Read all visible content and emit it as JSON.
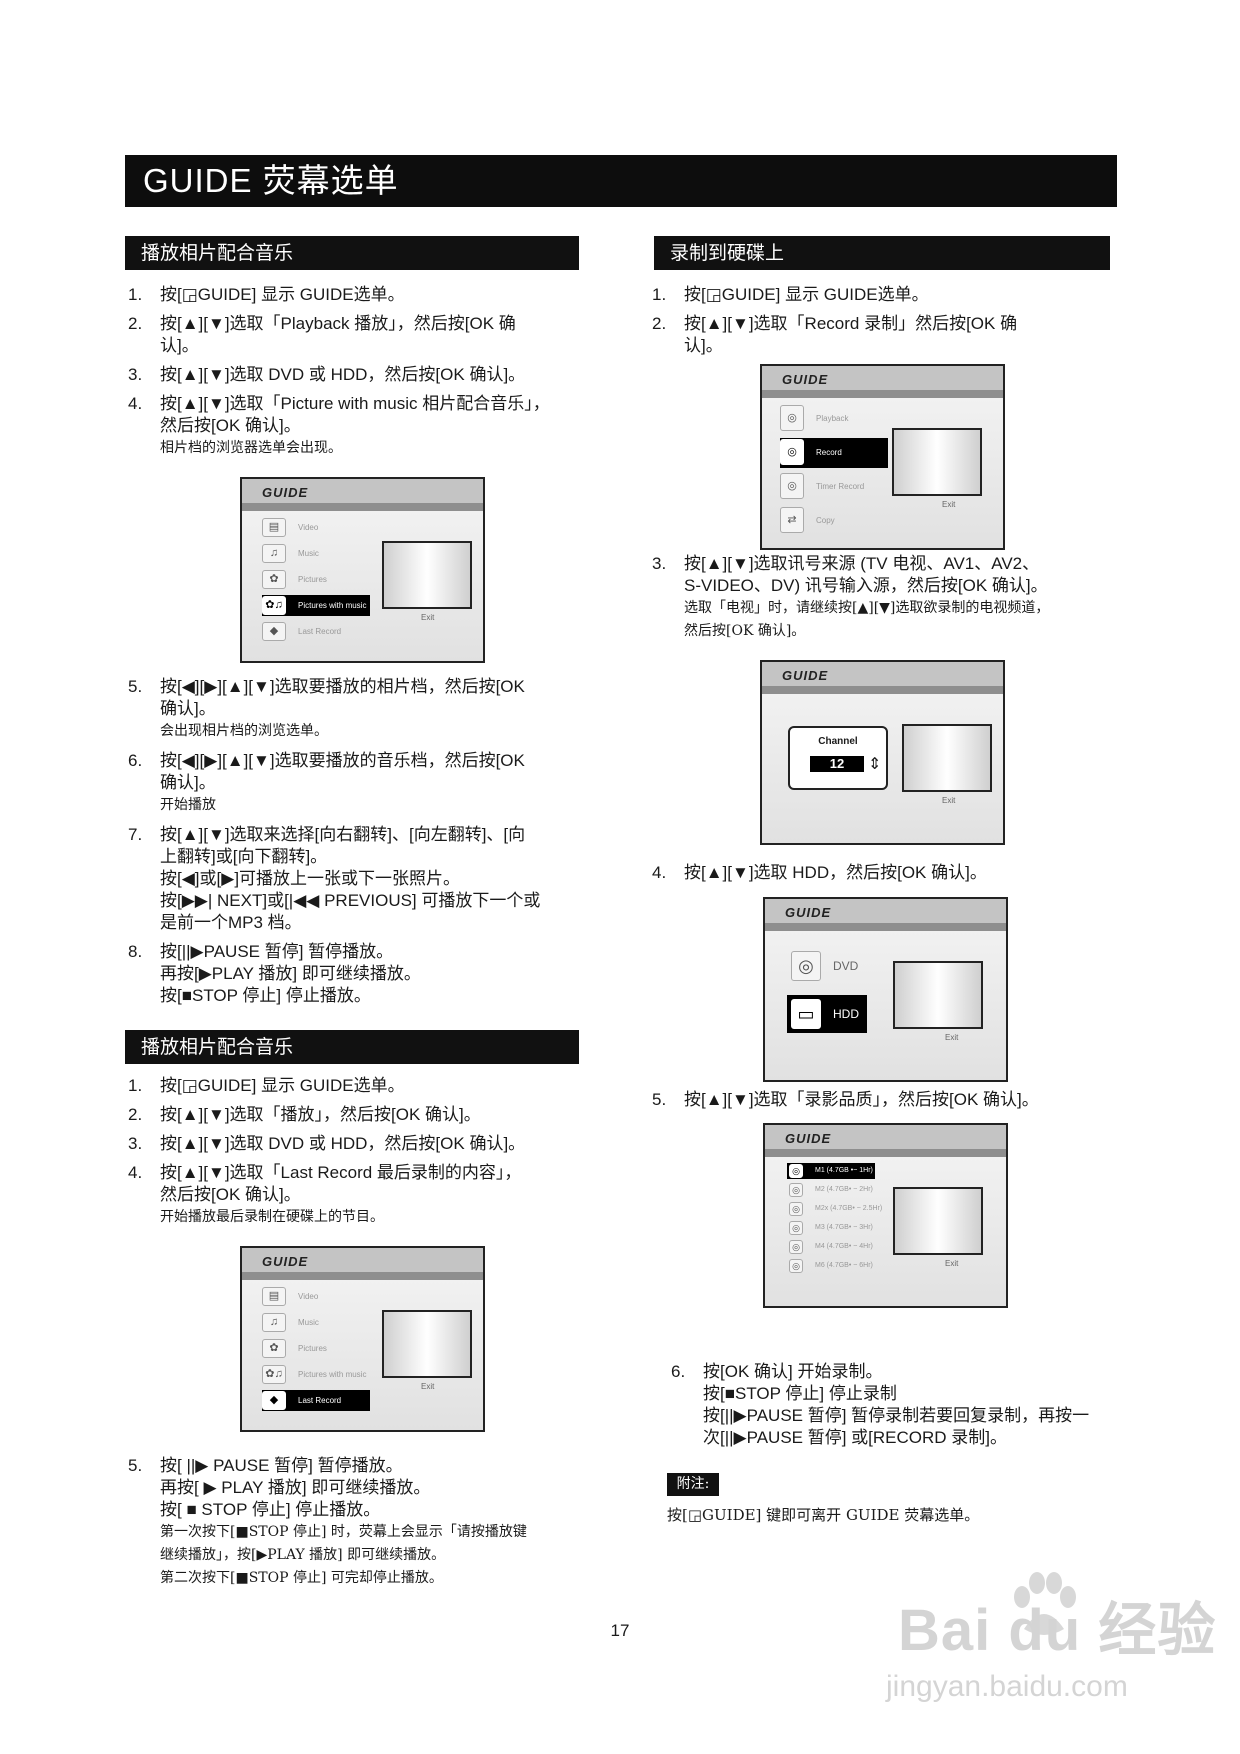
{
  "title": "GUIDE 荧幕选单",
  "left1": {
    "heading": "播放相片配合音乐",
    "steps": [
      {
        "num": "1.",
        "lines": [
          "按[◲GUIDE] 显示 GUIDE选单。"
        ]
      },
      {
        "num": "2.",
        "lines": [
          "按[▲][▼]选取「Playback 播放」，然后按[OK 确",
          "认]。"
        ]
      },
      {
        "num": "3.",
        "lines": [
          "按[▲][▼]选取 DVD 或 HDD，然后按[OK 确认]。"
        ]
      },
      {
        "num": "4.",
        "lines": [
          "按[▲][▼]选取「Picture with music 相片配合音乐」，",
          "然后按[OK 确认]。"
        ],
        "small": [
          "相片档的浏览器选单会出现。"
        ]
      }
    ],
    "steps_b": [
      {
        "num": "5.",
        "lines": [
          "按[◀][▶][▲][▼]选取要播放的相片档，然后按[OK",
          "确认]。"
        ],
        "small": [
          "会出现相片档的浏览选单。"
        ]
      },
      {
        "num": "6.",
        "lines": [
          "按[◀][▶][▲][▼]选取要播放的音乐档，然后按[OK",
          "确认]。"
        ],
        "small": [
          "开始播放"
        ]
      },
      {
        "num": "7.",
        "lines": [
          "按[▲][▼]选取来选择[向右翻转]、[向左翻转]、[向",
          "上翻转]或[向下翻转]。",
          "按[◀]或[▶]可播放上一张或下一张照片。",
          "按[▶▶| NEXT]或[|◀◀ PREVIOUS] 可播放下一个或",
          "是前一个MP3 档。"
        ]
      },
      {
        "num": "8.",
        "lines": [
          "按[||▶PAUSE 暂停] 暂停播放。",
          "再按[▶PLAY 播放] 即可继续播放。",
          "按[■STOP 停止] 停止播放。"
        ]
      }
    ]
  },
  "left2": {
    "heading": "播放相片配合音乐",
    "steps": [
      {
        "num": "1.",
        "lines": [
          "按[◲GUIDE] 显示 GUIDE选单。"
        ]
      },
      {
        "num": "2.",
        "lines": [
          "按[▲][▼]选取「播放」，然后按[OK 确认]。"
        ]
      },
      {
        "num": "3.",
        "lines": [
          "按[▲][▼]选取 DVD 或 HDD，然后按[OK 确认]。"
        ]
      },
      {
        "num": "4.",
        "lines": [
          "按[▲][▼]选取「Last Record 最后录制的内容」，",
          "然后按[OK 确认]。"
        ],
        "small": [
          "开始播放最后录制在硬碟上的节目。"
        ]
      }
    ],
    "steps_b": [
      {
        "num": "5.",
        "lines": [
          "按[ ||▶ PAUSE 暂停] 暂停播放。",
          "再按[ ▶ PLAY 播放] 即可继续播放。",
          "按[ ■ STOP 停止] 停止播放。"
        ],
        "small": [
          "第一次按下[■STOP 停止] 时，荧幕上会显示「请按播放键",
          "继续播放」，按[▶PLAY 播放] 即可继续播放。",
          "第二次按下[■STOP 停止] 可完却停止播放。"
        ]
      }
    ]
  },
  "right": {
    "heading": "录制到硬碟上",
    "steps": [
      {
        "num": "1.",
        "lines": [
          "按[◲GUIDE] 显示 GUIDE选单。"
        ]
      },
      {
        "num": "2.",
        "lines": [
          "按[▲][▼]选取「Record 录制」然后按[OK 确",
          "认]。"
        ]
      }
    ],
    "step3": {
      "num": "3.",
      "lines": [
        "按[▲][▼]选取讯号来源 (TV 电视、AV1、AV2、",
        "S-VIDEO、DV) 讯号输入源，然后按[OK 确认]。"
      ],
      "small": [
        "选取「电视」时，请继续按[▲][▼]选取欲录制的电视频道，",
        "然后按[OK 确认]。"
      ]
    },
    "step4": {
      "num": "4.",
      "lines": [
        "按[▲][▼]选取 HDD，然后按[OK 确认]。"
      ]
    },
    "step5": {
      "num": "5.",
      "lines": [
        "按[▲][▼]选取「录影品质」，然后按[OK 确认]。"
      ]
    },
    "step6": {
      "num": "6.",
      "lines": [
        "按[OK 确认] 开始录制。",
        "按[■STOP 停止] 停止录制",
        "按[||▶PAUSE 暂停] 暂停录制若要回复录制，再按一",
        "次[||▶PAUSE 暂停] 或[RECORD 录制]。"
      ]
    }
  },
  "screens": {
    "guide_label": "GUIDE",
    "exit": "Exit",
    "s1": {
      "items": [
        {
          "icon": "video-icon",
          "glyph": "▤",
          "label": "Video"
        },
        {
          "icon": "music-icon",
          "glyph": "♫",
          "label": "Music"
        },
        {
          "icon": "pictures-icon",
          "glyph": "✿",
          "label": "Pictures"
        },
        {
          "icon": "pictures-music-icon",
          "glyph": "✿♫",
          "label": "Pictures with music",
          "selected": true
        },
        {
          "icon": "last-record-icon",
          "glyph": "◆",
          "label": "Last Record"
        }
      ]
    },
    "s2": {
      "items": [
        {
          "icon": "video-icon",
          "glyph": "▤",
          "label": "Video"
        },
        {
          "icon": "music-icon",
          "glyph": "♫",
          "label": "Music"
        },
        {
          "icon": "pictures-icon",
          "glyph": "✿",
          "label": "Pictures"
        },
        {
          "icon": "pictures-music-icon",
          "glyph": "✿♫",
          "label": "Pictures with music"
        },
        {
          "icon": "last-record-icon",
          "glyph": "◆",
          "label": "Last Record",
          "selected": true
        }
      ]
    },
    "r1": {
      "items": [
        {
          "icon": "playback-icon",
          "glyph": "◎",
          "label": "Playback"
        },
        {
          "icon": "record-icon",
          "glyph": "◎",
          "label": "Record",
          "selected": true
        },
        {
          "icon": "timer-record-icon",
          "glyph": "◎",
          "label": "Timer Record"
        },
        {
          "icon": "copy-icon",
          "glyph": "⇄",
          "label": "Copy"
        }
      ]
    },
    "r2": {
      "channel_label": "Channel",
      "channel_value": "12"
    },
    "r3": {
      "items": [
        {
          "icon": "dvd-disc-icon",
          "glyph": "◎",
          "label": "DVD"
        },
        {
          "icon": "hdd-icon",
          "glyph": "▭",
          "label": "HDD",
          "selected": true
        }
      ]
    },
    "r4": {
      "items": [
        {
          "label": "M1 (4.7GB •~ 1Hr)",
          "selected": true
        },
        {
          "label": "M2 (4.7GB• ~ 2Hr)"
        },
        {
          "label": "M2x (4.7GB• ~ 2.5Hr)"
        },
        {
          "label": "M3 (4.7GB• ~ 3Hr)"
        },
        {
          "label": "M4 (4.7GB• ~ 4Hr)"
        },
        {
          "label": "M6 (4.7GB• ~ 6Hr)"
        }
      ]
    }
  },
  "note_tag": "附注:",
  "note_text": "按[◲GUIDE] 键即可离开 GUIDE 荧幕选单。",
  "page_number": "17",
  "watermark": {
    "main": "Bai du 经验",
    "sub": "jingyan.baidu.com"
  }
}
